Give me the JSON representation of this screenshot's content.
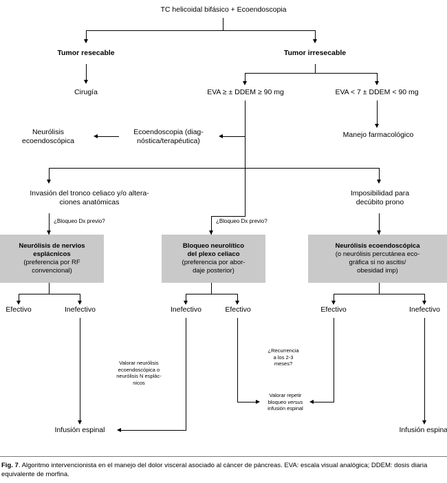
{
  "figure": {
    "label": "Fig. 7",
    "caption": ". Algoritmo intervencionista en el manejo del dolor visceral asociado al cáncer de páncreas. EVA: escala visual analógica; DDEM: dosis diaria equivalente de morfina."
  },
  "colors": {
    "box_fill": "#c9c9c9",
    "line": "#000000",
    "background": "#ffffff",
    "caption_rule": "#7a7a7a"
  },
  "nodes": {
    "root": "TC helicoidal bifásico + Ecoendoscopia",
    "tumor_resecable": "Tumor resecable",
    "tumor_irresecable": "Tumor irresecable",
    "cirugia": "Cirugía",
    "eva_alta": "EVA ≥ ± DDEM ≥ 90 mg",
    "eva_baja": "EVA < 7 ± DDEM < 90 mg",
    "manejo_farmacologico": "Manejo farmacológico",
    "ecoendoscopia_diag": "Ecoendoscopia (diag-\nnóstica/terapéutica)",
    "neurolisis_ecoendoscopica": "Neurólisis\necoendoscópica",
    "invasion_tronco": "Invasión del tronco celiaco y/o altera-\nciones anatómicas",
    "imposibilidad_decubito": "Imposibilidad para\ndecúbito prono",
    "bloqueo_dx_previo_1": "¿Bloqueo Dx previo?",
    "bloqueo_dx_previo_2": "¿Bloqueo Dx previo?"
  },
  "boxes": [
    {
      "id": "box-neurolisis-esplacnicos",
      "head": "Neurólisis de nervios\nesplácnicos",
      "sub": "(preferencia por RF\nconvencional)"
    },
    {
      "id": "box-bloqueo-plexo-celiaco",
      "head": "Bloqueo neurolítico\ndel plexo celiaco",
      "sub": "(preferencia por abor-\ndaje posterior)"
    },
    {
      "id": "box-neurolisis-ecoendoscopica",
      "head": "Neurólisis ecoendoscópica",
      "sub": "(o neurólisis percutánea eco-\ngráfica si no ascitis/\nobesidad imp)"
    }
  ],
  "outcomes": {
    "b1_left": "Efectivo",
    "b1_right": "Inefectivo",
    "b2_left": "Inefectivo",
    "b2_right": "Efectivo",
    "b3_left": "Efectivo",
    "b3_right": "Inefectivo"
  },
  "terminals": {
    "infusion_left": "Infusión espinal",
    "infusion_right": "Infusión espinal",
    "valorar_neurolisis": "Valorar neurólisis\necoendoscópica o\nneurólisis N esplác-\nnicos",
    "recurrencia": "¿Recurrencia\na los 2-3\nmeses?",
    "valorar_repetir_pre": "Valorar repetir\nbloqueo ",
    "valorar_repetir_ital": "versus",
    "valorar_repetir_post": "\ninfusión espinal"
  }
}
